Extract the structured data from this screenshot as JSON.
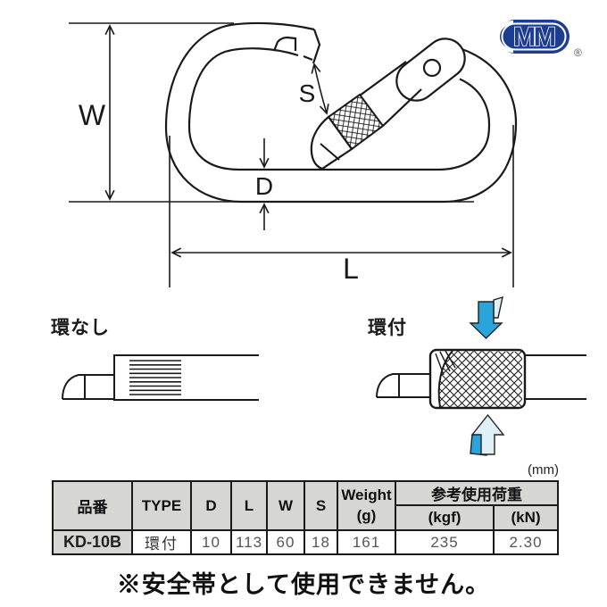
{
  "brand": {
    "logo_text": "MM",
    "registered_mark": "®",
    "logo_color": "#1d3d91"
  },
  "diagram": {
    "labels": {
      "w": "W",
      "s": "S",
      "d": "D",
      "l": "L"
    }
  },
  "variants": {
    "without_ring_label": "環なし",
    "with_ring_label": "環付"
  },
  "unit_note": "(mm)",
  "table": {
    "col_headers": [
      "品番",
      "TYPE",
      "D",
      "L",
      "W",
      "S"
    ],
    "weight_header": [
      "Weight",
      "(g)"
    ],
    "load_header": {
      "title": "参考使用荷重",
      "sub": [
        "(kgf)",
        "(kN)"
      ]
    },
    "rows": [
      [
        "KD-10B",
        "環付",
        "10",
        "113",
        "60",
        "18",
        "161",
        "235",
        "2.30"
      ]
    ]
  },
  "footnote": "※安全帯として使用できません。",
  "colors": {
    "line": "#1a1a1a",
    "logo_blue": "#1d3d91",
    "arrow_blue": "#2ba3db",
    "arrow_light": "#dff0f9",
    "table_header_bg": "#d6d6d2"
  }
}
